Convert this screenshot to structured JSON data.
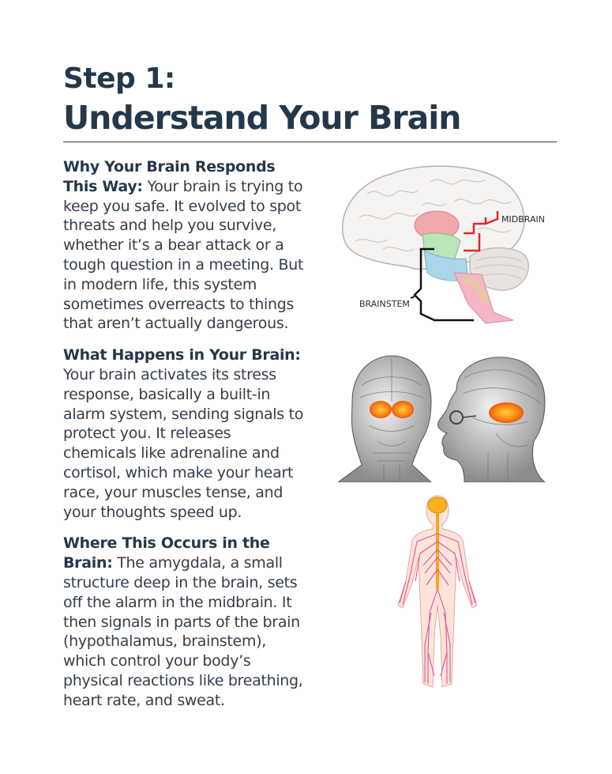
{
  "heading": {
    "line1": "Step 1:",
    "line2": "Understand Your Brain"
  },
  "sections": [
    {
      "title": "Why Your Brain Responds This Way:",
      "body": " Your brain is trying to keep you safe. It evolved to spot threats and help you survive, whether it’s a bear attack or a tough question in a meeting. But in modern life, this system sometimes overreacts to things that aren’t actually dangerous."
    },
    {
      "title": "What Happens in Your Brain:",
      "body": " Your brain activates its stress response, basically a built-in alarm system, sending signals to protect you. It releases chemicals like adrenaline and cortisol, which make your heart race, your muscles tense, and your thoughts speed up."
    },
    {
      "title": "Where This Occurs in the Brain:",
      "body": " The amygdala, a small structure deep in the brain, sets off the alarm in the midbrain. It then signals in parts of the brain (hypothalamus, brainstem), which control your body’s physical reactions like breathing, heart rate, and sweat."
    }
  ],
  "figures": {
    "brain_labels": {
      "midbrain": "MIDBRAIN",
      "brainstem": "BRAINSTEM"
    }
  }
}
